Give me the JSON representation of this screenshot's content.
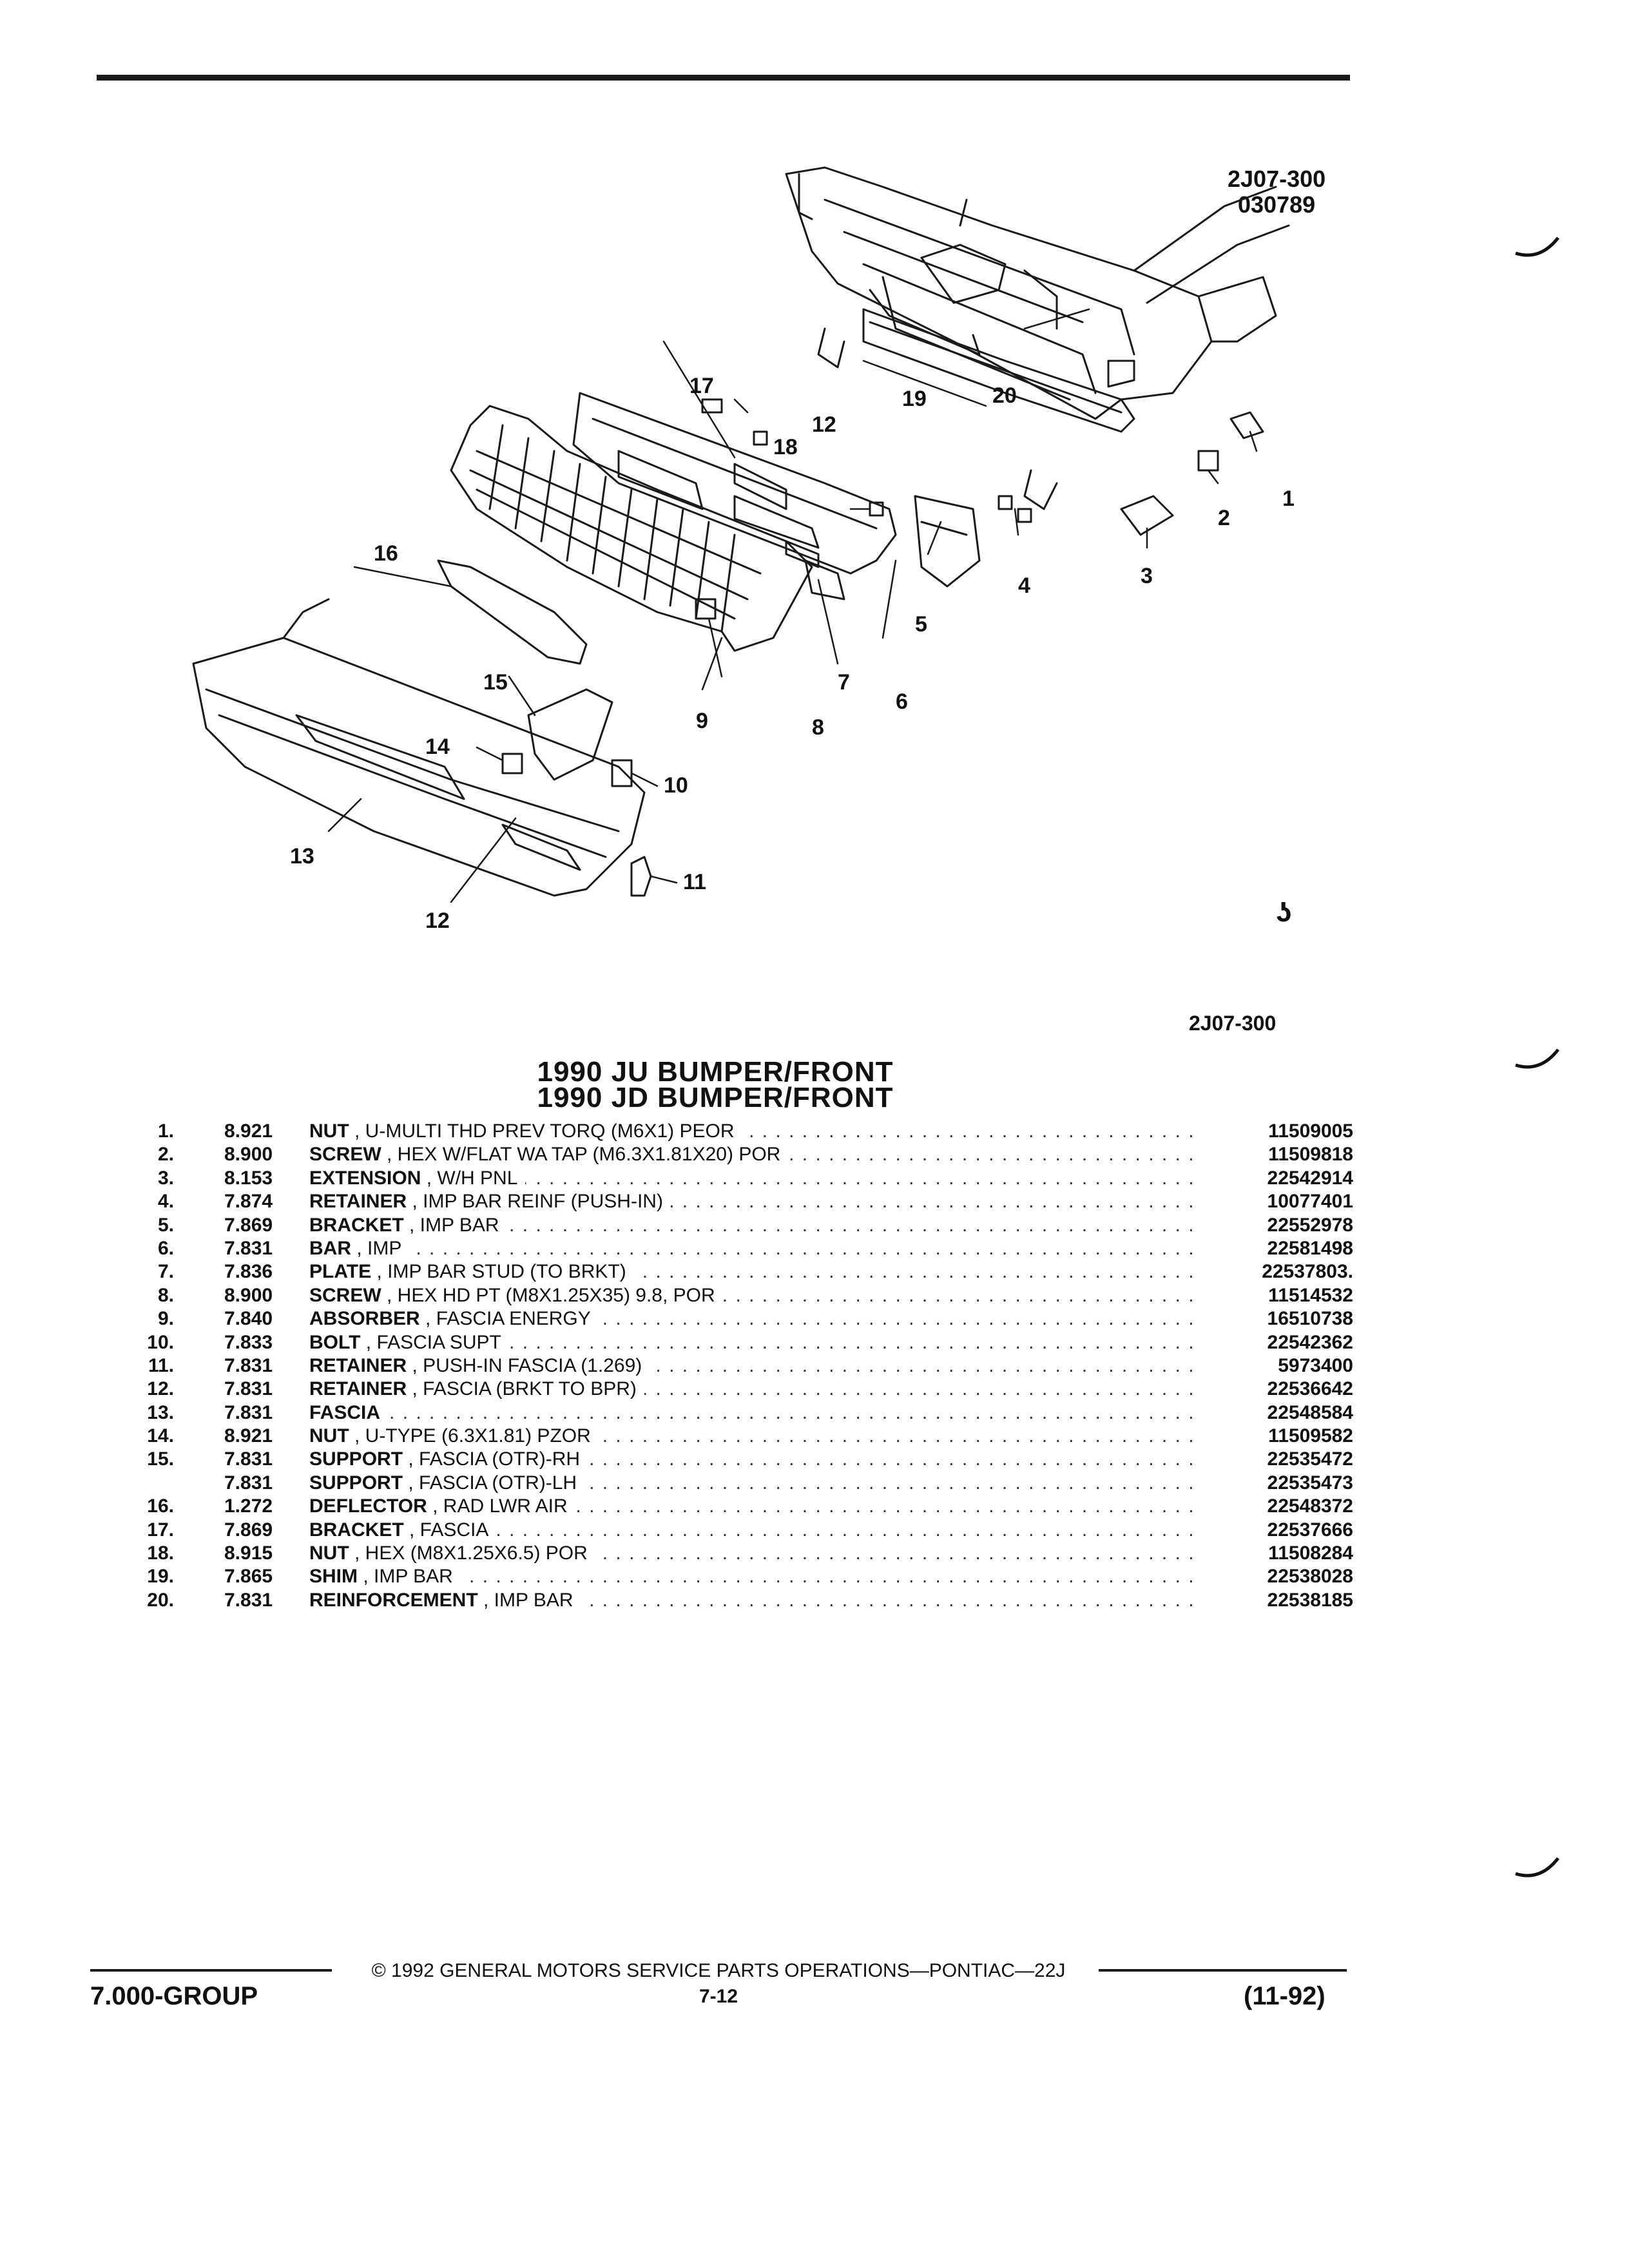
{
  "header": {
    "figure_code": "2J07-300",
    "figure_date": "030789",
    "figure_ref": "2J07-300"
  },
  "diagram": {
    "callouts": [
      "1",
      "2",
      "3",
      "4",
      "5",
      "6",
      "7",
      "8",
      "9",
      "10",
      "11",
      "12",
      "12",
      "13",
      "14",
      "15",
      "16",
      "17",
      "18",
      "19",
      "20"
    ],
    "mark": "ʖ"
  },
  "titles": [
    "1990 JU BUMPER/FRONT",
    "1990 JD BUMPER/FRONT"
  ],
  "parts": [
    {
      "num": "1.",
      "code": "8.921",
      "name": "NUT",
      "detail": ", U-MULTI THD PREV TORQ (M6X1) PEOR",
      "pn": "11509005"
    },
    {
      "num": "2.",
      "code": "8.900",
      "name": "SCREW",
      "detail": ", HEX W/FLAT WA TAP (M6.3X1.81X20) POR",
      "pn": "11509818"
    },
    {
      "num": "3.",
      "code": "8.153",
      "name": "EXTENSION",
      "detail": ", W/H PNL",
      "pn": "22542914"
    },
    {
      "num": "4.",
      "code": "7.874",
      "name": "RETAINER",
      "detail": ", IMP BAR REINF (PUSH-IN)",
      "pn": "10077401"
    },
    {
      "num": "5.",
      "code": "7.869",
      "name": "BRACKET",
      "detail": ", IMP BAR",
      "pn": "22552978"
    },
    {
      "num": "6.",
      "code": "7.831",
      "name": "BAR",
      "detail": ", IMP",
      "pn": "22581498"
    },
    {
      "num": "7.",
      "code": "7.836",
      "name": "PLATE",
      "detail": ", IMP BAR STUD (TO BRKT)",
      "pn": "22537803."
    },
    {
      "num": "8.",
      "code": "8.900",
      "name": "SCREW",
      "detail": ", HEX HD PT (M8X1.25X35) 9.8, POR",
      "pn": "11514532"
    },
    {
      "num": "9.",
      "code": "7.840",
      "name": "ABSORBER",
      "detail": ", FASCIA ENERGY",
      "pn": "16510738"
    },
    {
      "num": "10.",
      "code": "7.833",
      "name": "BOLT",
      "detail": ", FASCIA SUPT",
      "pn": "22542362"
    },
    {
      "num": "11.",
      "code": "7.831",
      "name": "RETAINER",
      "detail": ", PUSH-IN FASCIA (1.269)",
      "pn": "5973400"
    },
    {
      "num": "12.",
      "code": "7.831",
      "name": "RETAINER",
      "detail": ", FASCIA (BRKT TO BPR)",
      "pn": "22536642"
    },
    {
      "num": "13.",
      "code": "7.831",
      "name": "FASCIA",
      "detail": "",
      "pn": "22548584"
    },
    {
      "num": "14.",
      "code": "8.921",
      "name": "NUT",
      "detail": ", U-TYPE (6.3X1.81) PZOR",
      "pn": "11509582"
    },
    {
      "num": "15.",
      "code": "7.831",
      "name": "SUPPORT",
      "detail": ", FASCIA (OTR)-RH",
      "pn": "22535472"
    },
    {
      "num": "",
      "code": "7.831",
      "name": "SUPPORT",
      "detail": ", FASCIA (OTR)-LH",
      "pn": "22535473"
    },
    {
      "num": "16.",
      "code": "1.272",
      "name": "DEFLECTOR",
      "detail": ", RAD LWR AIR",
      "pn": "22548372"
    },
    {
      "num": "17.",
      "code": "7.869",
      "name": "BRACKET",
      "detail": ", FASCIA",
      "pn": "22537666"
    },
    {
      "num": "18.",
      "code": "8.915",
      "name": "NUT",
      "detail": ", HEX (M8X1.25X6.5) POR",
      "pn": "11508284"
    },
    {
      "num": "19.",
      "code": "7.865",
      "name": "SHIM",
      "detail": ", IMP BAR",
      "pn": "22538028"
    },
    {
      "num": "20.",
      "code": "7.831",
      "name": "REINFORCEMENT",
      "detail": ", IMP BAR",
      "pn": "22538185"
    }
  ],
  "footer": {
    "group": "7.000-GROUP",
    "copyright": "© 1992 GENERAL MOTORS SERVICE PARTS OPERATIONS—PONTIAC—22J",
    "page": "7-12",
    "date": "(11-92)"
  }
}
